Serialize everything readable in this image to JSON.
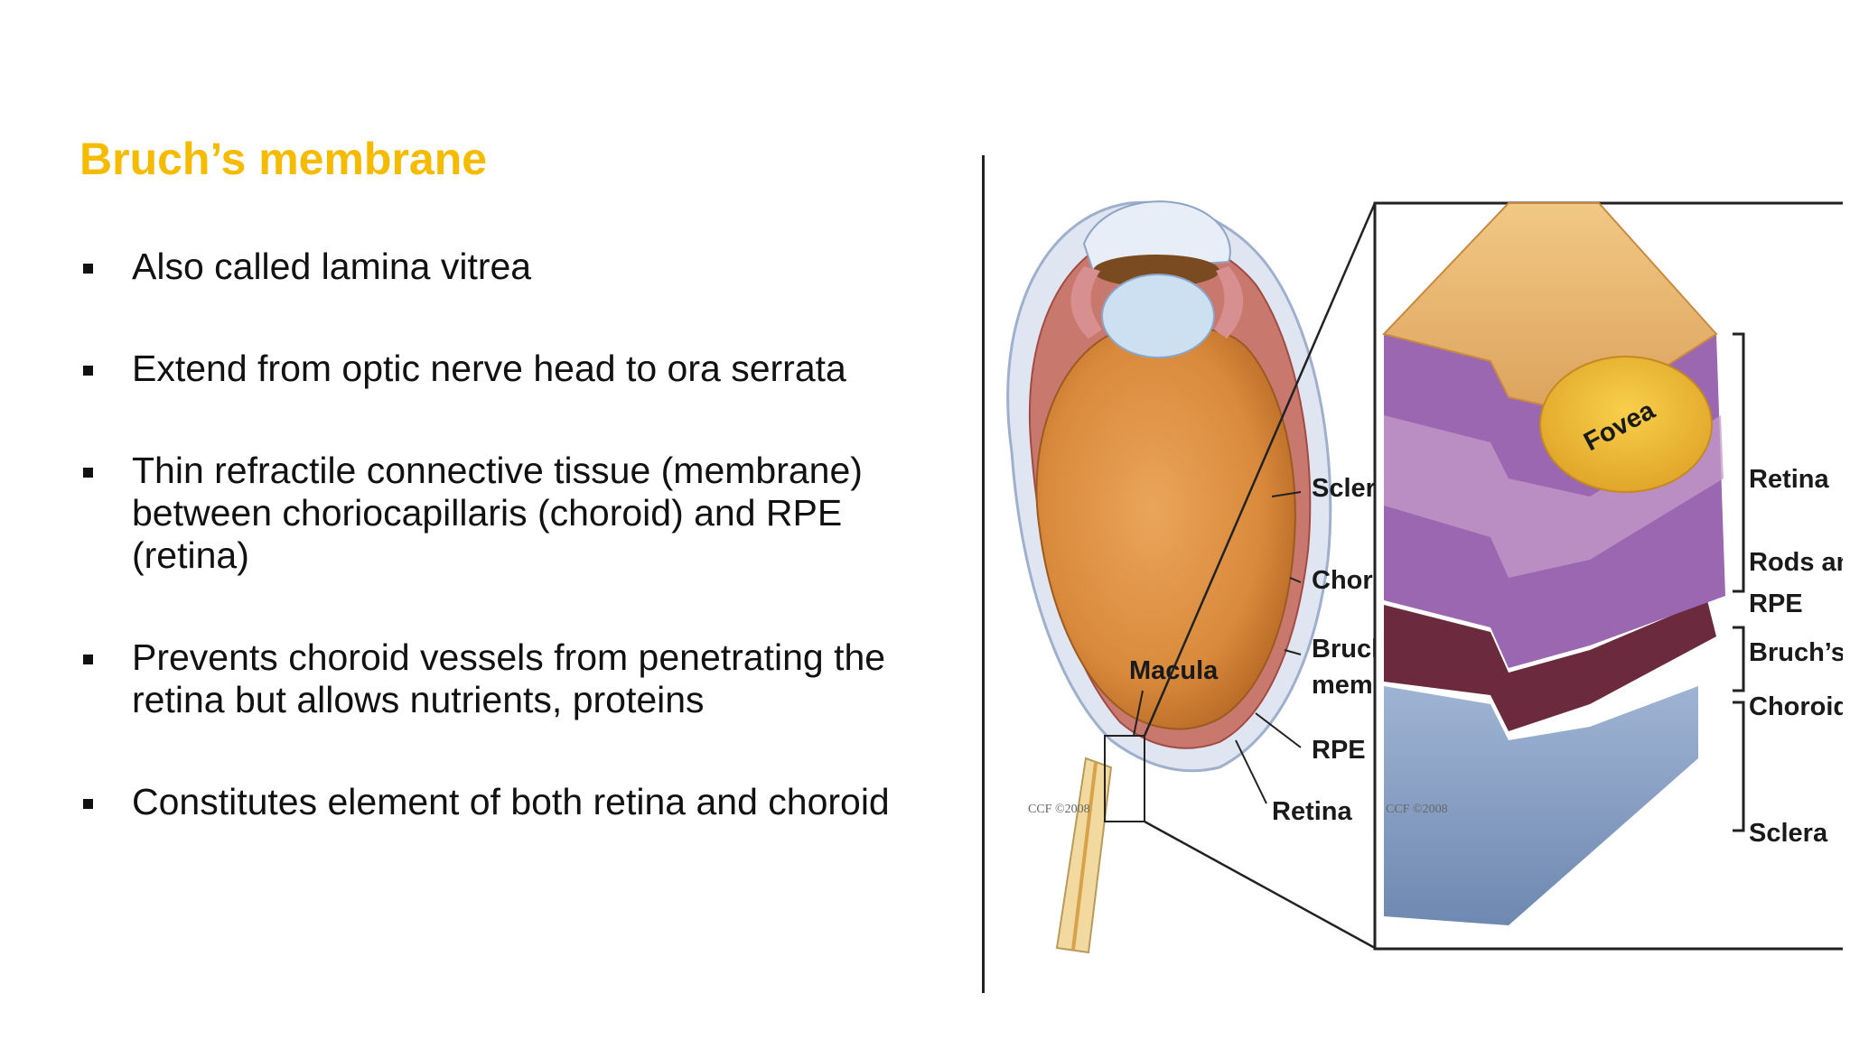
{
  "slide": {
    "title": "Bruch’s membrane",
    "bullets": [
      {
        "text": "Also called lamina vitrea"
      },
      {
        "text": "Extend from optic nerve head to ora serrata"
      },
      {
        "text": "Thin refractile connective tissue (membrane) between choriocapillaris (choroid) and RPE (retina)"
      },
      {
        "text": "Prevents choroid vessels from penetrating the retina but allows nutrients, proteins"
      },
      {
        "text": "Constitutes element of both retina and choroid"
      }
    ]
  },
  "figure": {
    "eye_labels": {
      "sclera": "Sclera",
      "choroid": "Choroid",
      "bruchs_line1": "Bruch’s",
      "bruchs_line2": "membrane",
      "rpe": "RPE",
      "retina": "Retina",
      "macula": "Macula"
    },
    "section_labels": {
      "fovea": "Fovea",
      "retina": "Retina",
      "rods_cones": "Rods and Co",
      "rpe": "RPE",
      "bruchs": "Bruch’s mem",
      "choroid": "Choroid",
      "sclera": "Sclera"
    },
    "copyright_mark": "CCF ©2008"
  },
  "colors": {
    "title": "#f5bb00",
    "text": "#111111",
    "lens_interior": "#d9873a",
    "choroid_purple": "#8a4e9e",
    "sclera_blue": "#7d97bf"
  }
}
